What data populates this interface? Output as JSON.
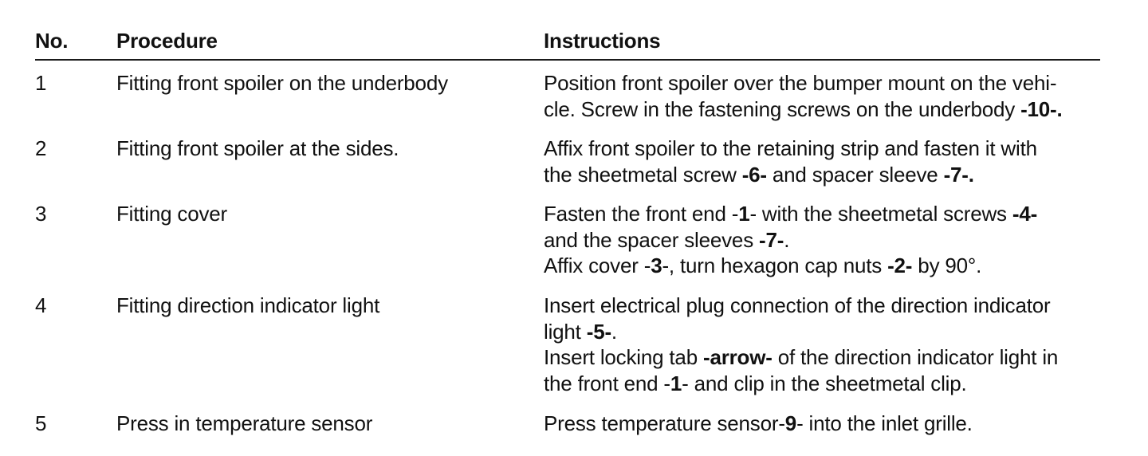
{
  "table": {
    "headers": {
      "no": "No.",
      "procedure": "Procedure",
      "instructions": "Instructions"
    },
    "rows": [
      {
        "no": "1",
        "procedure": "Fitting front spoiler on the underbody",
        "instructions": [
          [
            {
              "t": "Position front spoiler over the bumper mount on the vehi-"
            }
          ],
          [
            {
              "t": "cle. Screw in the fastening screws on the underbody "
            },
            {
              "t": "-10-.",
              "b": true
            }
          ]
        ]
      },
      {
        "no": "2",
        "procedure": "Fitting front spoiler at the sides.",
        "instructions": [
          [
            {
              "t": "Affix front spoiler to the retaining strip and fasten it with"
            }
          ],
          [
            {
              "t": "the sheetmetal screw "
            },
            {
              "t": "-6-",
              "b": true
            },
            {
              "t": " and spacer sleeve "
            },
            {
              "t": "-7-.",
              "b": true
            }
          ]
        ]
      },
      {
        "no": "3",
        "procedure": "Fitting cover",
        "instructions": [
          [
            {
              "t": "Fasten the front end -"
            },
            {
              "t": "1",
              "b": true
            },
            {
              "t": "-  with the sheetmetal screws "
            },
            {
              "t": "-4-",
              "b": true
            }
          ],
          [
            {
              "t": "and the spacer sleeves "
            },
            {
              "t": "-7-",
              "b": true
            },
            {
              "t": "."
            }
          ],
          [
            {
              "t": "Affix cover -"
            },
            {
              "t": "3",
              "b": true
            },
            {
              "t": "-, turn hexagon cap nuts "
            },
            {
              "t": "-2-",
              "b": true
            },
            {
              "t": " by 90°."
            }
          ]
        ]
      },
      {
        "no": "4",
        "procedure": "Fitting direction indicator light",
        "instructions": [
          [
            {
              "t": "Insert electrical plug connection of the direction indicator"
            }
          ],
          [
            {
              "t": "light "
            },
            {
              "t": "-5-",
              "b": true
            },
            {
              "t": "."
            }
          ],
          [
            {
              "t": " Insert locking tab "
            },
            {
              "t": "-arrow-",
              "b": true
            },
            {
              "t": " of the direction indicator light in"
            }
          ],
          [
            {
              "t": "the front end -"
            },
            {
              "t": "1",
              "b": true
            },
            {
              "t": "- and clip in the sheetmetal clip."
            }
          ]
        ]
      },
      {
        "no": "5",
        "procedure": "Press in temperature sensor",
        "instructions": [
          [
            {
              "t": "Press temperature sensor-"
            },
            {
              "t": "9",
              "b": true
            },
            {
              "t": "- into the inlet grille."
            }
          ]
        ]
      }
    ]
  }
}
